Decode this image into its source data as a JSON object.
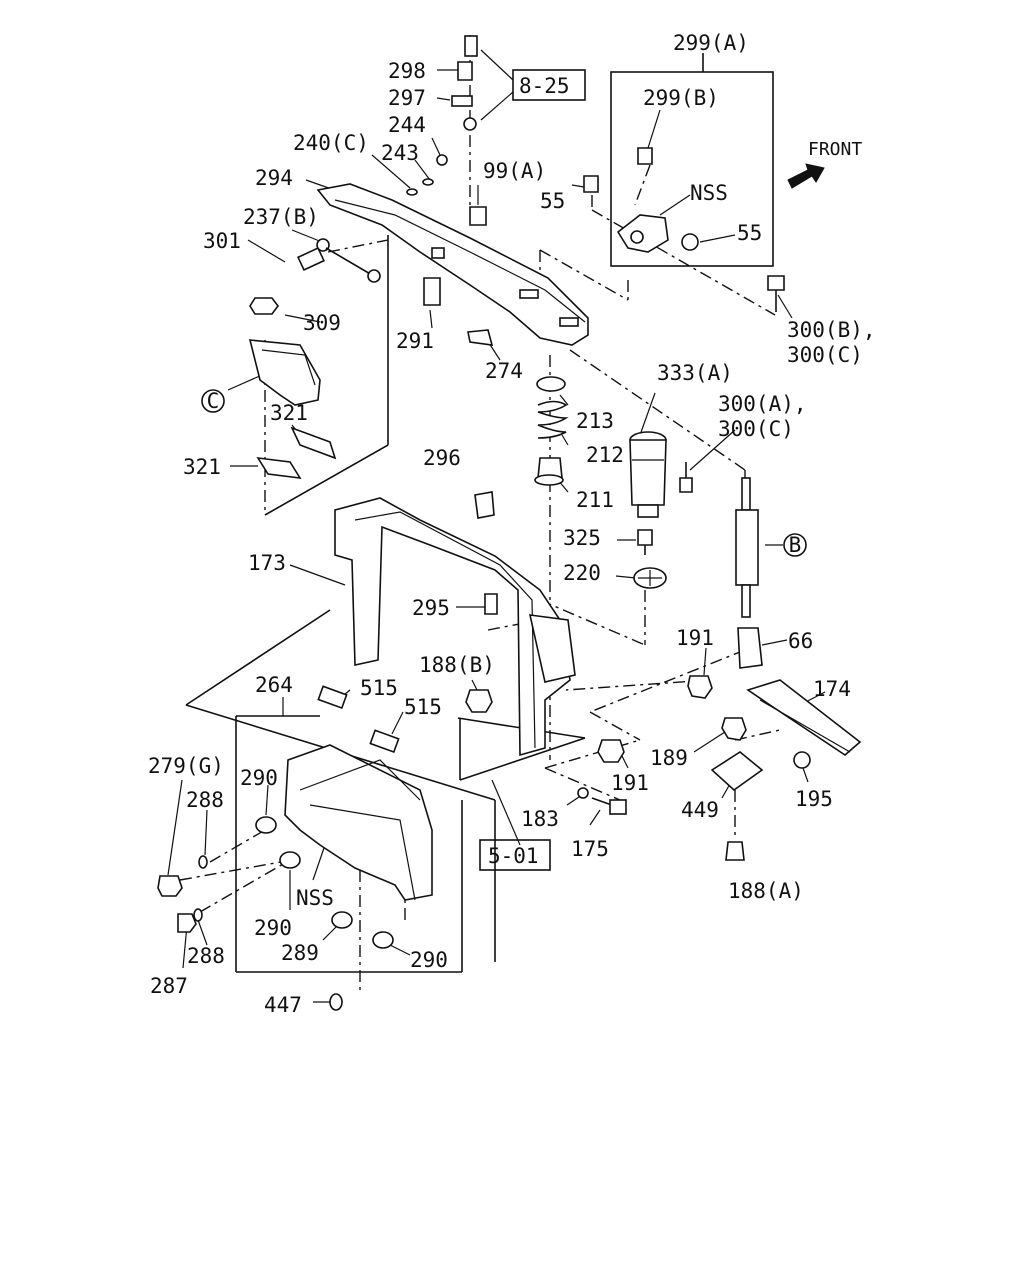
{
  "labels": {
    "l298": "298",
    "l297": "297",
    "ref825": "8-25",
    "l244": "244",
    "l243": "243",
    "l240c": "240(C)",
    "l294": "294",
    "l99a": "99(A)",
    "l237b": "237(B)",
    "l301": "301",
    "l309": "309",
    "l291": "291",
    "l274": "274",
    "l321a": "321",
    "l321b": "321",
    "l299a": "299(A)",
    "l299b": "299(B)",
    "nss1": "NSS",
    "l55a": "55",
    "l55b": "55",
    "front": "FRONT",
    "l300bc1": "300(B),",
    "l300bc2": "300(C)",
    "l333a": "333(A)",
    "l300ac1": "300(A),",
    "l300ac2": "300(C)",
    "l213": "213",
    "l212": "212",
    "l211": "211",
    "l296": "296",
    "l325": "325",
    "l220": "220",
    "l173": "173",
    "l295": "295",
    "l191a": "191",
    "l66": "66",
    "l188b": "188(B)",
    "l174": "174",
    "l264": "264",
    "l515a": "515",
    "l515b": "515",
    "l279g": "279(G)",
    "l290a": "290",
    "l288a": "288",
    "l189": "189",
    "l191b": "191",
    "l183": "183",
    "l175": "175",
    "l449": "449",
    "l195": "195",
    "ref501": "5-01",
    "l188a": "188(A)",
    "nss2": "NSS",
    "l290b": "290",
    "l287": "287",
    "l288b": "288",
    "l289": "289",
    "l290c": "290",
    "l447": "447"
  },
  "callouts": {
    "c": "C",
    "b": "B"
  },
  "icons": [
    "front-arrow-icon"
  ]
}
